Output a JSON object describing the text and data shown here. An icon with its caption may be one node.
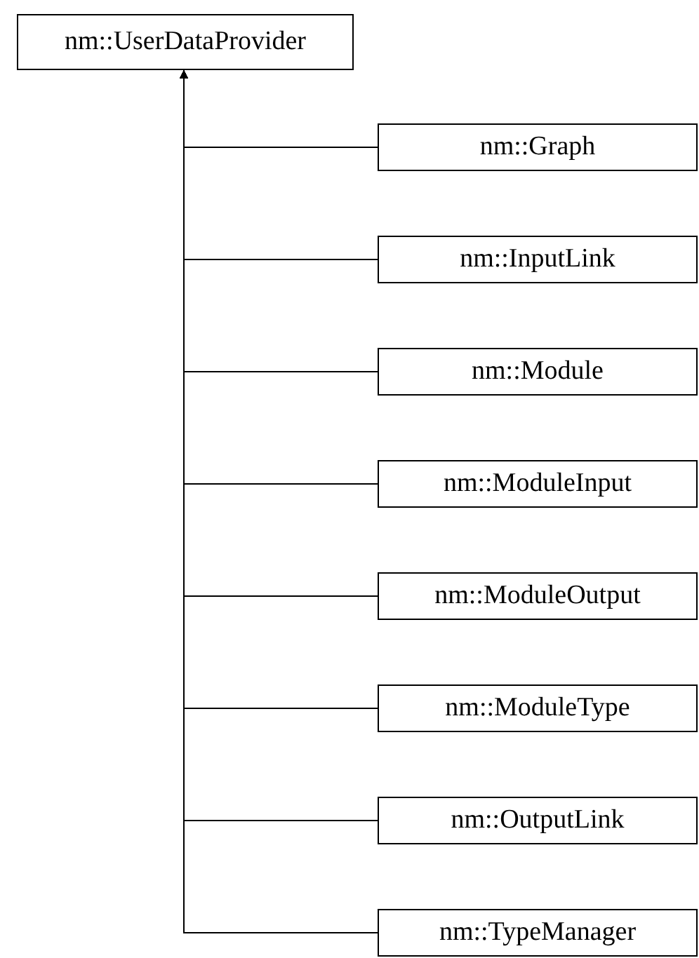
{
  "diagram": {
    "nodes": [
      {
        "text": [
          "nm::UserDataProvider"
        ]
      },
      {
        "text": [
          "nm::Graph"
        ]
      },
      {
        "text": [
          "nm::InputLink"
        ]
      },
      {
        "text": [
          "nm::Module"
        ]
      },
      {
        "text": [
          "nm::ModuleInput"
        ]
      },
      {
        "text": [
          "nm::ModuleOutput"
        ]
      },
      {
        "text": [
          "nm::ModuleType"
        ]
      },
      {
        "text": [
          "nm::OutputLink"
        ]
      },
      {
        "text": [
          "nm::TypeManager"
        ]
      }
    ],
    "edges": [
      {
        "from": 1,
        "to": 0,
        "arrow": "to"
      },
      {
        "from": 2,
        "to": 0,
        "arrow": "to"
      },
      {
        "from": 3,
        "to": 0,
        "arrow": "to"
      },
      {
        "from": 4,
        "to": 0,
        "arrow": "to"
      },
      {
        "from": 5,
        "to": 0,
        "arrow": "to"
      },
      {
        "from": 6,
        "to": 0,
        "arrow": "to"
      },
      {
        "from": 7,
        "to": 0,
        "arrow": "to"
      },
      {
        "from": 8,
        "to": 0,
        "arrow": "to"
      }
    ]
  }
}
